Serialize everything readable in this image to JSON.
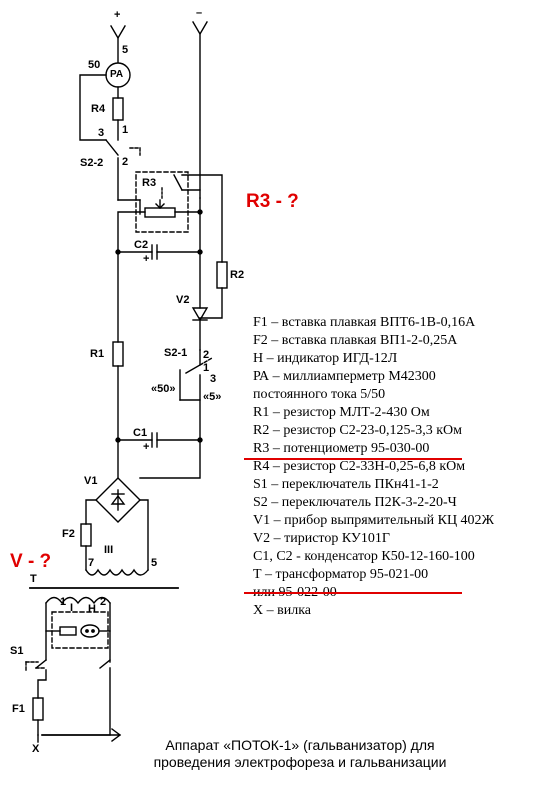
{
  "colors": {
    "annotation": "#e00000",
    "ink": "#000000"
  },
  "terminals": {
    "plus": "+",
    "minus": "–"
  },
  "labels": {
    "pin_5_top": "5",
    "pin_50": "50",
    "pa": "PA",
    "r4": "R4",
    "pin_1": "1",
    "pin_3": "3",
    "pin_2": "2",
    "s2_2": "S2-2",
    "r3": "R3",
    "c2": "C2",
    "c2_plus": "+",
    "r2": "R2",
    "v2": "V2",
    "r1": "R1",
    "s2_1": "S2-1",
    "s21_pin2": "2",
    "s21_pin3": "3",
    "s21_pin1": "1",
    "pos_50": "«50»",
    "pos_5": "«5»",
    "c1": "C1",
    "c1_plus": "+",
    "v1": "V1",
    "f2": "F2",
    "winding_3": "III",
    "pin_7": "7",
    "pin_5_bottom": "5",
    "t": "T",
    "win_1": "1",
    "win_I": "I",
    "win_2": "2",
    "h": "H",
    "s1": "S1",
    "f1": "F1",
    "x": "X"
  },
  "annotations": {
    "r3_question": "R3 - ?",
    "v_question": "V - ?"
  },
  "legend": [
    "F1 – вставка плавкая ВПТ6-1В-0,16А",
    "F2 – вставка плавкая ВП1-2-0,25А",
    "Н – индикатор ИГД-12Л",
    "РА – миллиамперметр М42300",
    "постоянного тока 5/50",
    "R1 – резистор МЛТ-2-430 Ом",
    "R2 – резистор С2-23-0,125-3,3 кОм",
    "R3 – потенциометр 95-030-00",
    "R4 – резистор С2-33Н-0,25-6,8 кОм",
    "S1 – переключатель ПКн41-1-2",
    "S2 – переключатель П2К-3-2-20-Ч",
    "V1 – прибор выпрямительный КЦ 402Ж",
    "V2 – тиристор КУ101Г",
    "С1, С2 - конденсатор К50-12-160-100",
    "Т – трансформатор 95-021-00",
    "или 95-022-00",
    "Х – вилка"
  ],
  "caption": {
    "line1": "Аппарат «ПОТОК-1» (гальванизатор) для",
    "line2": "проведения электрофореза и гальванизации"
  }
}
